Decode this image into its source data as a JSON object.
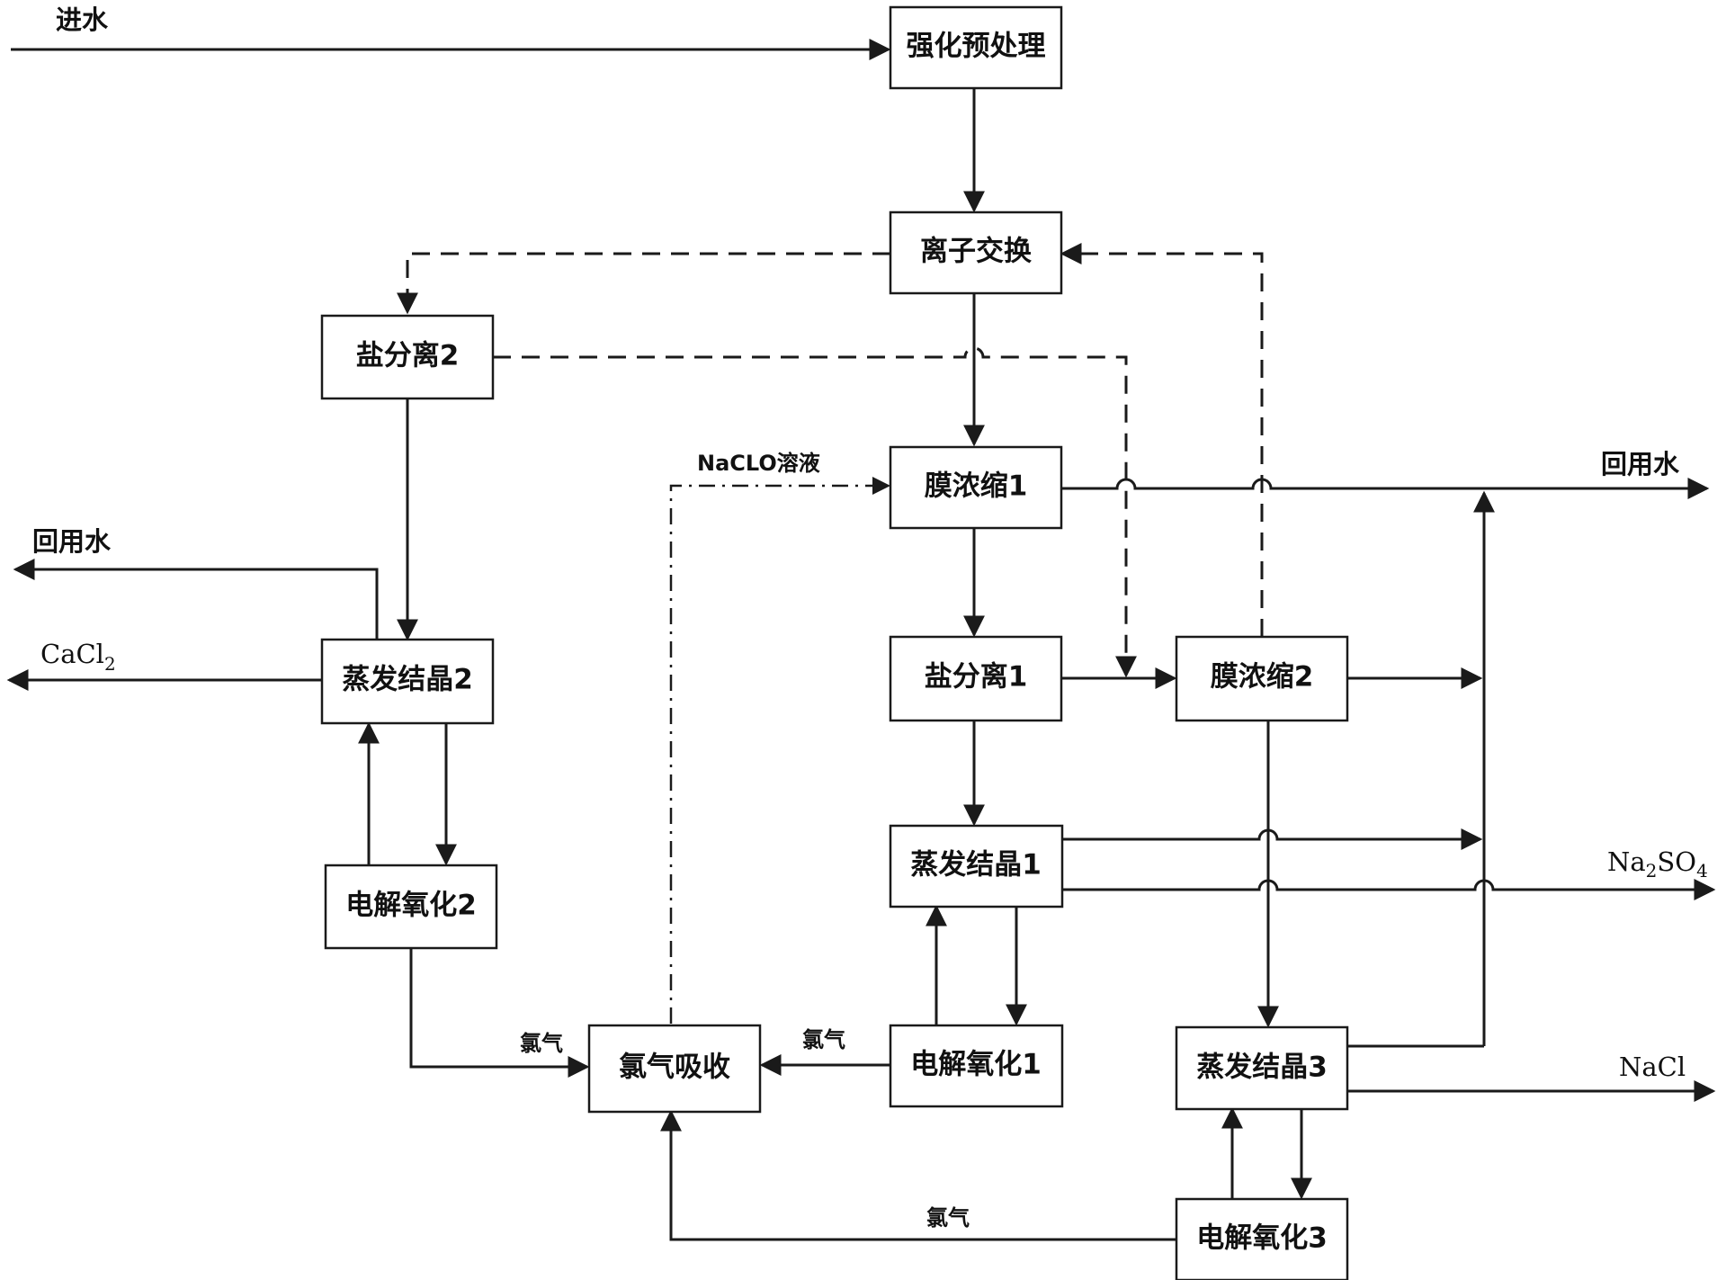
{
  "nodes": {
    "pretreat": "强化预处理",
    "ion_exchange": "离子交换",
    "salt_sep_2": "盐分离2",
    "membrane_conc_1": "膜浓缩1",
    "salt_sep_1": "盐分离1",
    "membrane_conc_2": "膜浓缩2",
    "evap_cryst_1": "蒸发结晶1",
    "evap_cryst_2": "蒸发结晶2",
    "evap_cryst_3": "蒸发结晶3",
    "electro_ox_1": "电解氧化1",
    "electro_ox_2": "电解氧化2",
    "electro_ox_3": "电解氧化3",
    "chlorine_absorb": "氯气吸收"
  },
  "labels": {
    "inlet": "进水",
    "reuse_water_right": "回用水",
    "reuse_water_left": "回用水",
    "cacl2_main": "CaCl",
    "cacl2_sub": "2",
    "na2so4_a": "Na",
    "na2so4_sub": "2",
    "na2so4_b": "SO",
    "na2so4_sub2": "4",
    "nacl": "NaCl",
    "naclo_solution": "NaCLO溶液",
    "chlorine_1": "氯气",
    "chlorine_2": "氯气",
    "chlorine_3": "氯气"
  },
  "legend_line_styles": {
    "main_flow": "solid",
    "regeneration_flow": "dashed",
    "naclo_flow": "dash-dot"
  },
  "colors": {
    "line": "#1a1a1a",
    "box_fill": "#ffffff",
    "text": "#111111"
  }
}
